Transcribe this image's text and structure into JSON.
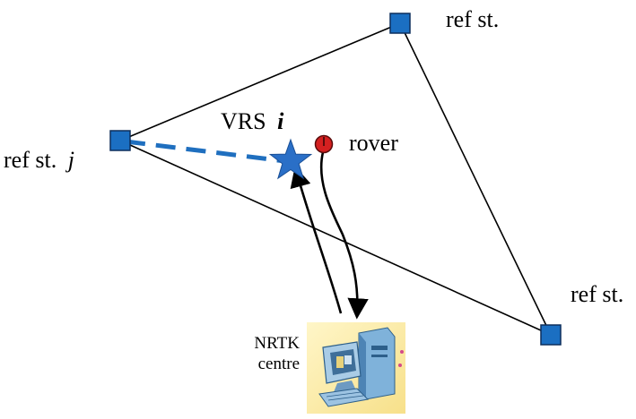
{
  "diagram": {
    "labels": {
      "ref_top": "ref st.",
      "ref_left_prefix": "ref st.",
      "ref_left_index": "j",
      "ref_right": "ref st.",
      "vrs_prefix": "VRS",
      "vrs_index": "i",
      "rover": "rover",
      "nrtk_line1": "NRTK",
      "nrtk_line2": "centre"
    },
    "colors": {
      "station_fill": "#1b6fc2",
      "station_stroke": "#0d2f5c",
      "vrs_link": "#1f6fbf",
      "vrs_star": "#2a6fc7",
      "rover_fill": "#d42020"
    },
    "icons": {
      "station": "square-icon",
      "vrs": "star-icon",
      "rover": "circle-marker-icon",
      "nrtk": "computer-workstation-icon"
    }
  }
}
